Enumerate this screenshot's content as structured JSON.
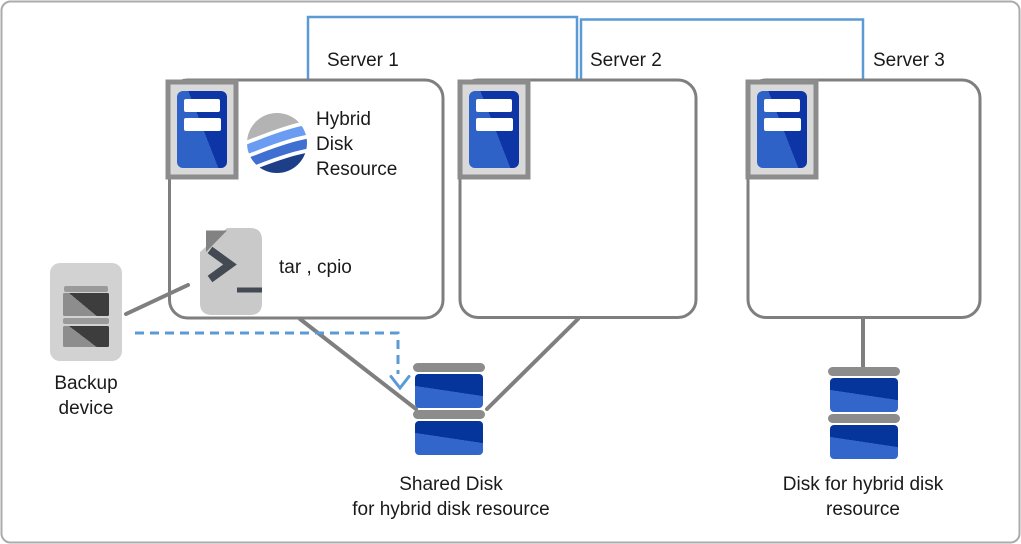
{
  "labels": {
    "server1": "Server 1",
    "server2": "Server 2",
    "server3": "Server 3",
    "hybrid_resource_lines": [
      "Hybrid",
      "Disk",
      "Resource"
    ],
    "backup_tools": "tar , cpio",
    "backup_device_lines": [
      "Backup",
      "device"
    ],
    "shared_disk_lines": [
      "Shared Disk",
      "for hybrid disk resource"
    ],
    "hybrid_disk_lines": [
      "Disk for hybrid disk",
      "resource"
    ]
  },
  "colors": {
    "canvas_border": "#ababab",
    "accent_blue": "#5b9bd5",
    "line_gray": "#7f7f7f",
    "box_fill": "#ffffff",
    "icon_frame_fill": "#d9d9d9",
    "icon_frame_border": "#8c8c8c",
    "server_blue_light": "#2f62c6",
    "server_blue_dark": "#0d35a5",
    "disk_blue_light": "#3366cb",
    "disk_blue_dark": "#05349b",
    "disk_cap_gray": "#8c8c8c",
    "hybrid_gray": "#b3b3b3",
    "hybrid_light_blue": "#6a9cf2",
    "hybrid_mid_blue": "#3f6fd0",
    "hybrid_dark_blue": "#1c3f87",
    "file_fill": "#c9c9c9",
    "file_fold": "#828282",
    "file_glyph": "#434a54",
    "backup_body": "#d2d2d2",
    "backup_bar": "#9a9a9a",
    "backup_slot_light": "#8d8d8d",
    "backup_slot_dark": "#3d3d3d",
    "text": "#1a1a1a"
  }
}
